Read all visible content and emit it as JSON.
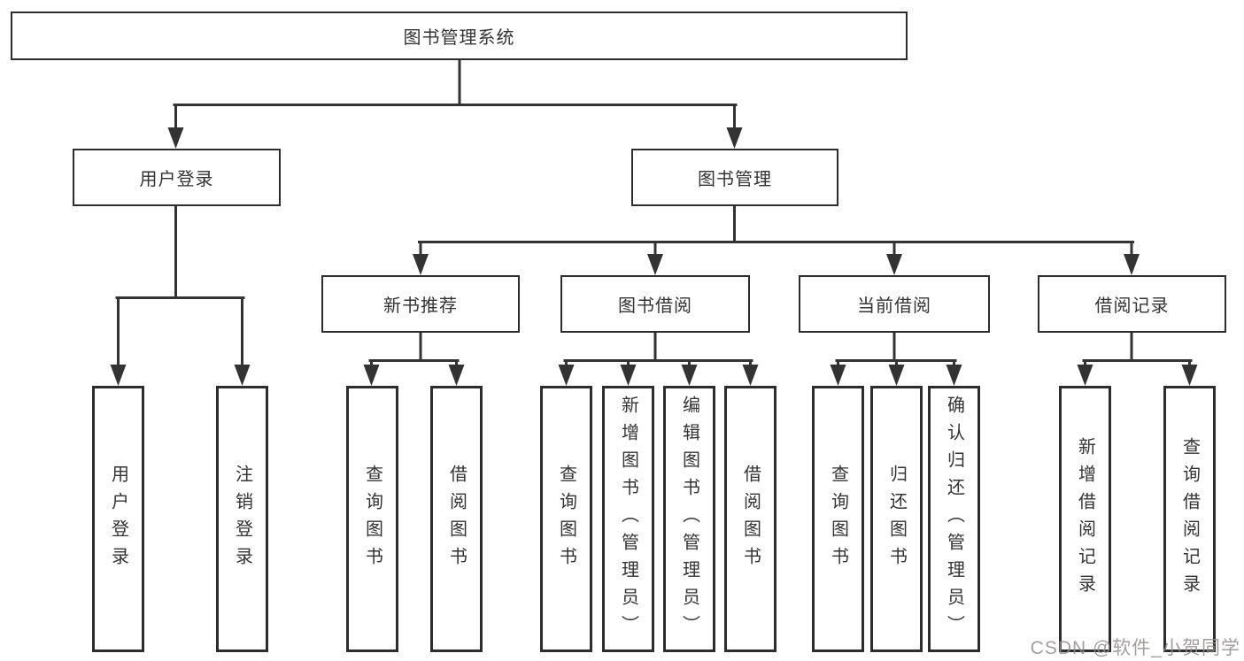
{
  "nodes": {
    "root": "图书管理系统",
    "l2": [
      "用户登录",
      "图书管理"
    ],
    "l3": [
      "新书推荐",
      "图书借阅",
      "当前借阅",
      "借阅记录"
    ],
    "leaves": [
      "用户登录",
      "注销登录",
      "查询图书",
      "借阅图书",
      "查询图书",
      "新增图书（管理员）",
      "编辑图书（管理员）",
      "借阅图书",
      "查询图书",
      "归还图书",
      "确认归还（管理员）",
      "新增借阅记录",
      "查询借阅记录"
    ]
  },
  "hierarchy": {
    "图书管理系统": [
      "用户登录",
      "图书管理"
    ],
    "用户登录": [
      "用户登录",
      "注销登录"
    ],
    "图书管理": [
      "新书推荐",
      "图书借阅",
      "当前借阅",
      "借阅记录"
    ],
    "新书推荐": [
      "查询图书",
      "借阅图书"
    ],
    "图书借阅": [
      "查询图书",
      "新增图书（管理员）",
      "编辑图书（管理员）",
      "借阅图书"
    ],
    "当前借阅": [
      "查询图书",
      "归还图书",
      "确认归还（管理员）"
    ],
    "借阅记录": [
      "新增借阅记录",
      "查询借阅记录"
    ]
  },
  "watermark": {
    "text": "CSDN @软件_小贺同学"
  },
  "colors": {
    "line": "#333333",
    "box_border": "#2d2d2d",
    "text": "#333333",
    "background": "#ffffff",
    "watermark": "#948c8c"
  }
}
